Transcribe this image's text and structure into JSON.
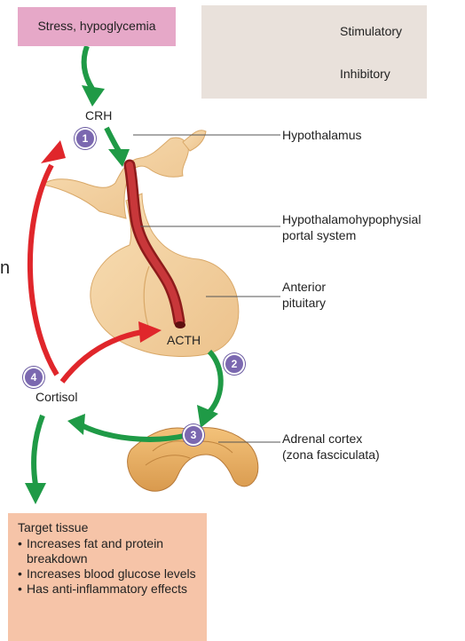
{
  "stress_box": {
    "label": "Stress, hypoglycemia"
  },
  "legend": {
    "stimulatory": {
      "label": "Stimulatory",
      "color": "#1f9a46"
    },
    "inhibitory": {
      "label": "Inhibitory",
      "color": "#e0262b"
    }
  },
  "labels": {
    "crh": "CRH",
    "hypothalamus": "Hypothalamus",
    "portal_system_line1": "Hypothalamohypophysial",
    "portal_system_line2": "portal system",
    "anterior_pituitary_line1": "Anterior",
    "anterior_pituitary_line2": "pituitary",
    "acth": "ACTH",
    "cortisol": "Cortisol",
    "adrenal_line1": "Adrenal cortex",
    "adrenal_line2": "(zona fasciculata)",
    "edge_fragment": "n"
  },
  "steps": [
    "1",
    "2",
    "3",
    "4"
  ],
  "target_tissue": {
    "title": "Target tissue",
    "effects": [
      "Increases fat and protein breakdown",
      "Increases blood glucose levels",
      "Has anti-inflammatory effects"
    ]
  }
}
